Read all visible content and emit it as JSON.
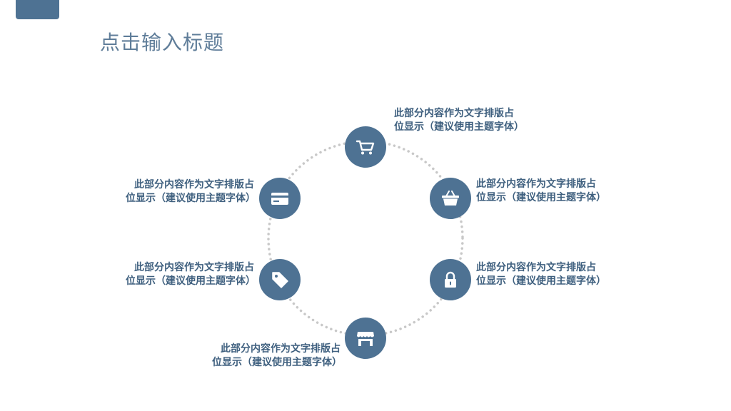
{
  "slide": {
    "title": "点击输入标题",
    "accent_color": "#4e7293",
    "title_color": "#5f7d99",
    "text_color": "#3f607f",
    "ring_color": "#c8c8c8"
  },
  "nodes": [
    {
      "icon": "shopping-cart-icon",
      "caption": "此部分内容作为文字排版占位显示（建议使用主题字体）"
    },
    {
      "icon": "basket-icon",
      "caption": "此部分内容作为文字排版占位显示（建议使用主题字体）"
    },
    {
      "icon": "lock-icon",
      "caption": "此部分内容作为文字排版占位显示（建议使用主题字体）"
    },
    {
      "icon": "storefront-icon",
      "caption": "此部分内容作为文字排版占位显示（建议使用主题字体）"
    },
    {
      "icon": "tag-icon",
      "caption": "此部分内容作为文字排版占位显示（建议使用主题字体）"
    },
    {
      "icon": "credit-card-icon",
      "caption": "此部分内容作为文字排版占位显示（建议使用主题字体）"
    }
  ]
}
